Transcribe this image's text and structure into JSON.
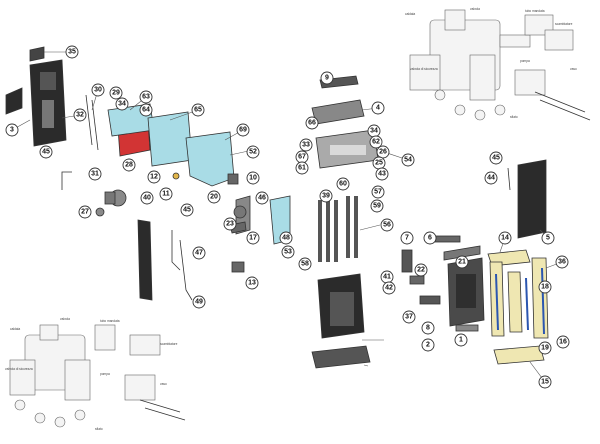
{
  "palette": {
    "cyan": "#a9dce6",
    "cyan_stroke": "#4a9fb1",
    "red_panel": "#d23434",
    "dark": "#2b2b2b",
    "grey": "#8a8a8a",
    "cream": "#efe7b2",
    "cream_stroke": "#b59e48",
    "copper": "#c9763f",
    "blue_rod": "#2b56b0"
  },
  "callouts": [
    "35",
    "3",
    "32",
    "45",
    "30",
    "29",
    "34",
    "63",
    "64",
    "65",
    "69",
    "52",
    "31",
    "28",
    "27",
    "40",
    "12",
    "11",
    "10",
    "20",
    "46",
    "23",
    "17",
    "48",
    "53",
    "58",
    "13",
    "45",
    "47",
    "49",
    "9",
    "4",
    "66",
    "33",
    "34",
    "62",
    "26",
    "25",
    "67",
    "61",
    "43",
    "54",
    "60",
    "39",
    "59",
    "57",
    "56",
    "7",
    "6",
    "22",
    "21",
    "41",
    "42",
    "37",
    "8",
    "2",
    "1",
    "45",
    "44",
    "14",
    "36",
    "5",
    "18",
    "16",
    "19",
    "15"
  ],
  "notes": {
    "top_right": [
      "caldaia",
      "valvola",
      "tubo mandata",
      "valvola di sicurezza",
      "pompa",
      "scambiatore",
      "vaso",
      "sfiato"
    ],
    "bottom_left": [
      "caldaia",
      "valvola",
      "tubo mandata",
      "valvola di sicurezza",
      "pompa",
      "scambiatore",
      "vaso",
      "sfiato"
    ]
  }
}
